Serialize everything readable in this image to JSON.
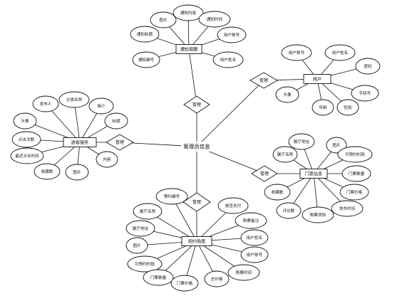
{
  "center": "管理员信息",
  "notice": {
    "entity": "通知提醒",
    "relation": "管理",
    "attributes": [
      "图片",
      "通知内容",
      "通知时间",
      "通知标题",
      "用户账号",
      "通知编号",
      "用户姓名"
    ]
  },
  "user": {
    "entity": "用户",
    "relation": "管理",
    "attributes": [
      "用户账号",
      "用户姓名",
      "密码",
      "手机号",
      "头像",
      "年龄",
      "性别"
    ]
  },
  "travel": {
    "entity": "游客服务",
    "relation": "管理",
    "attributes": [
      "发布人",
      "分类名称",
      "简介",
      "头像",
      "标题",
      "点击次数",
      "最近点击时间",
      "收藏数",
      "图片",
      "内容"
    ]
  },
  "ticket": {
    "entity": "门票信息",
    "relation": "管理",
    "attributes": [
      "展厅地址",
      "图片",
      "展厅名称",
      "可预约时段",
      "门票数量",
      "收藏数",
      "门票价格",
      "评论数",
      "购票须知",
      "发布时间"
    ]
  },
  "booking": {
    "entity": "预约购票",
    "relation": "管理",
    "attributes": [
      "预约编号",
      "是否支付",
      "展厅名称",
      "购票备注",
      "展厅地址",
      "用户姓名",
      "图片",
      "用户账号",
      "可预约时段",
      "门票数量",
      "门票价格",
      "总价格",
      "购票时间"
    ]
  }
}
